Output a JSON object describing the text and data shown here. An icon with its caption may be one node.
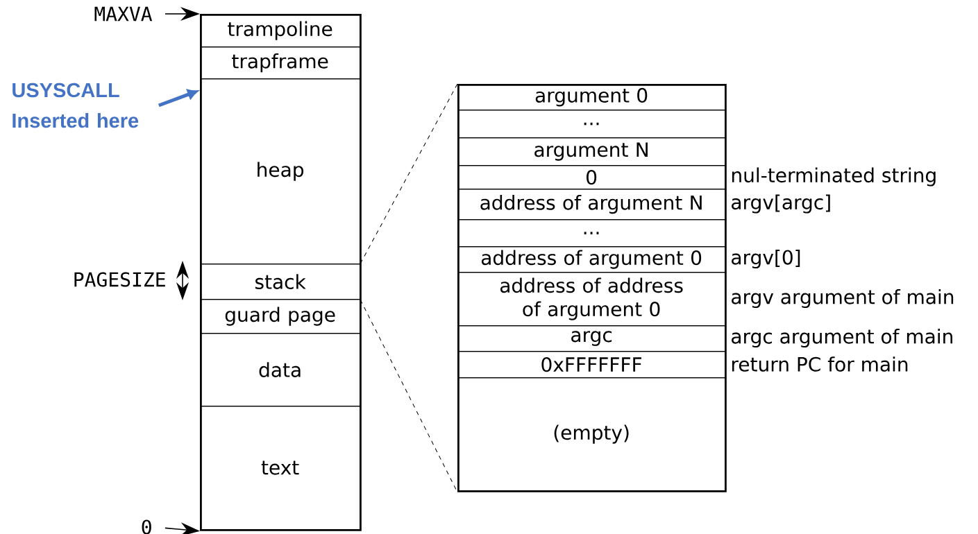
{
  "diagram": {
    "nodes": [
      {
        "text": [
          "MAXVA"
        ]
      },
      {
        "text": [
          "USYSCALL Inserted here"
        ]
      },
      {
        "text": [],
        "shape": "box"
      },
      {
        "text": [
          "trampoline"
        ],
        "in": 2
      },
      {
        "text": [
          "trapframe"
        ],
        "in": 2
      },
      {
        "text": [
          "heap"
        ],
        "in": 2
      },
      {
        "text": [
          "stack"
        ],
        "in": 2
      },
      {
        "text": [
          "guard page"
        ],
        "in": 2
      },
      {
        "text": [
          "data"
        ],
        "in": 2
      },
      {
        "text": [
          "text"
        ],
        "in": 2
      },
      {
        "text": [
          "0"
        ]
      },
      {
        "text": [],
        "shape": "box"
      },
      {
        "text": [
          "argument 0"
        ],
        "in": 11
      },
      {
        "text": [
          "..."
        ],
        "in": 11
      },
      {
        "text": [
          "argument N"
        ],
        "in": 11
      },
      {
        "text": [
          "0"
        ],
        "in": 11,
        "beside": [
          "nul-terminated string"
        ]
      },
      {
        "text": [
          "address of argument N"
        ],
        "in": 11,
        "beside": [
          "argv[argc]"
        ]
      },
      {
        "text": [
          "..."
        ],
        "in": 11
      },
      {
        "text": [
          "address of argument 0"
        ],
        "in": 11,
        "beside": [
          "argv[0]"
        ]
      },
      {
        "text": [
          "address of address of argument 0"
        ],
        "in": 11,
        "beside": [
          "argv argument of main"
        ]
      },
      {
        "text": [
          "argc"
        ],
        "in": 11,
        "beside": [
          "argc argument of main"
        ]
      },
      {
        "text": [
          "0xFFFFFFF"
        ],
        "in": 11,
        "beside": [
          "return PC for main"
        ]
      },
      {
        "text": [
          "(empty)"
        ],
        "in": 11
      }
    ],
    "edges": [
      {
        "from": 0,
        "to": 2,
        "arrow": "to"
      },
      {
        "from": 1,
        "to": 2,
        "arrow": "to",
        "style": "thick",
        "color": "#4472c4"
      },
      {
        "from": 10,
        "to": 2,
        "arrow": "to"
      },
      {
        "from": 6,
        "to": 11,
        "arrow": "none",
        "style": "dashed"
      },
      {
        "from": 6,
        "to": 11,
        "arrow": "none",
        "style": "dashed"
      }
    ],
    "labels": [
      "PAGESIZE"
    ]
  }
}
